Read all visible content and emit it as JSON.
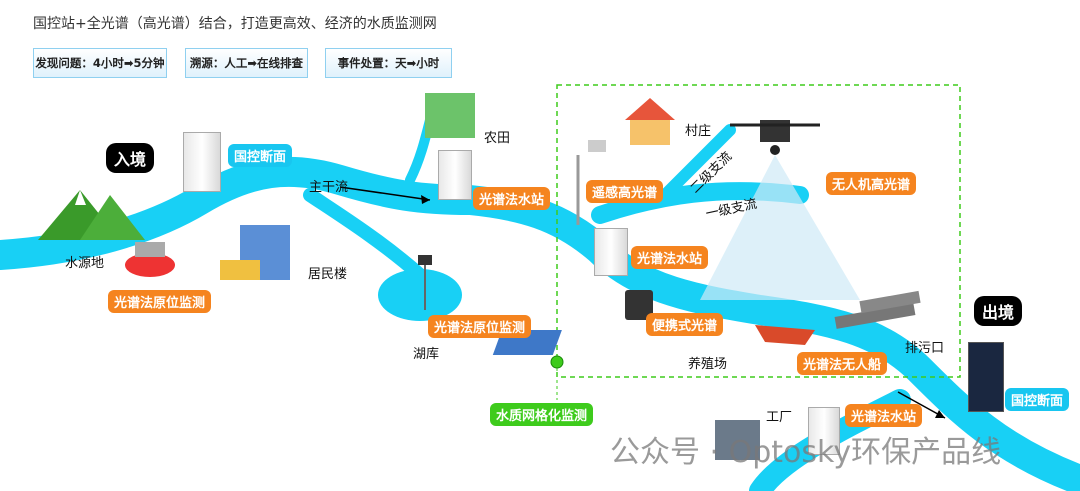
{
  "title": "国控站+全光谱（高光谱）结合，打造更高效、经济的水质监测网",
  "tags": [
    "发现问题：4小时➡5分钟",
    "溯源：人工➡在线排查",
    "事件处置：天➡小时"
  ],
  "badges": {
    "entry": "入境",
    "exit": "出境"
  },
  "labels": {
    "guokong1": "国控断面",
    "guokong2": "国控断面",
    "station1": "光谱法水站",
    "station2": "光谱法水站",
    "station3": "光谱法水站",
    "insitu1": "光谱法原位监测",
    "insitu2": "光谱法原位监测",
    "remote": "遥感高光谱",
    "uav": "无人机高光谱",
    "portable": "便携式光谱",
    "boat": "光谱法无人船",
    "grid": "水质网格化监测"
  },
  "texts": {
    "farm": "农田",
    "main": "主干流",
    "village": "村庄",
    "branch2": "二级支流",
    "branch1": "一级支流",
    "source": "水源地",
    "residential": "居民楼",
    "lake": "湖库",
    "aquaculture": "养殖场",
    "outfall": "排污口",
    "factory": "工厂"
  },
  "watermark": "公众号 · Optosky环保产品线",
  "colors": {
    "river": "#18d0f5",
    "orange": "#f5841f",
    "blue": "#18c6f0",
    "green": "#3ecb1c"
  }
}
